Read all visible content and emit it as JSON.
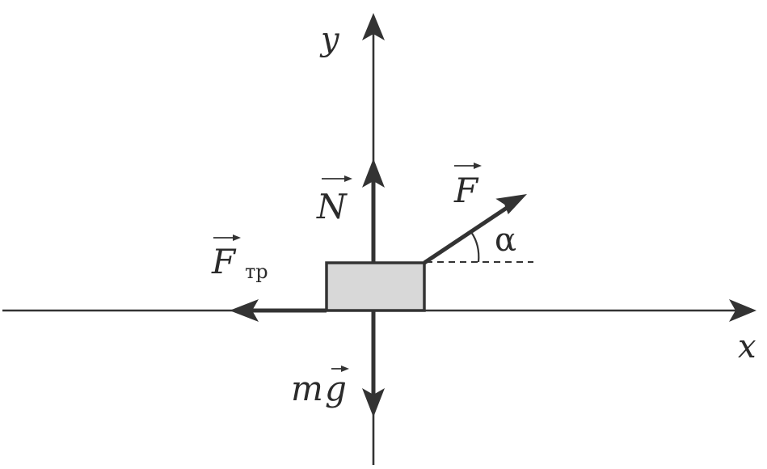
{
  "labels": {
    "y_axis": "y",
    "x_axis": "x",
    "normal_force": "N",
    "applied_force": "F",
    "angle": "α",
    "friction_force": "F",
    "friction_subscript": "тр",
    "gravity_m": "m",
    "gravity_g": "g"
  },
  "colors": {
    "stroke": "#333333",
    "block_fill": "#d8d8d8",
    "text": "#2b2b2b"
  }
}
